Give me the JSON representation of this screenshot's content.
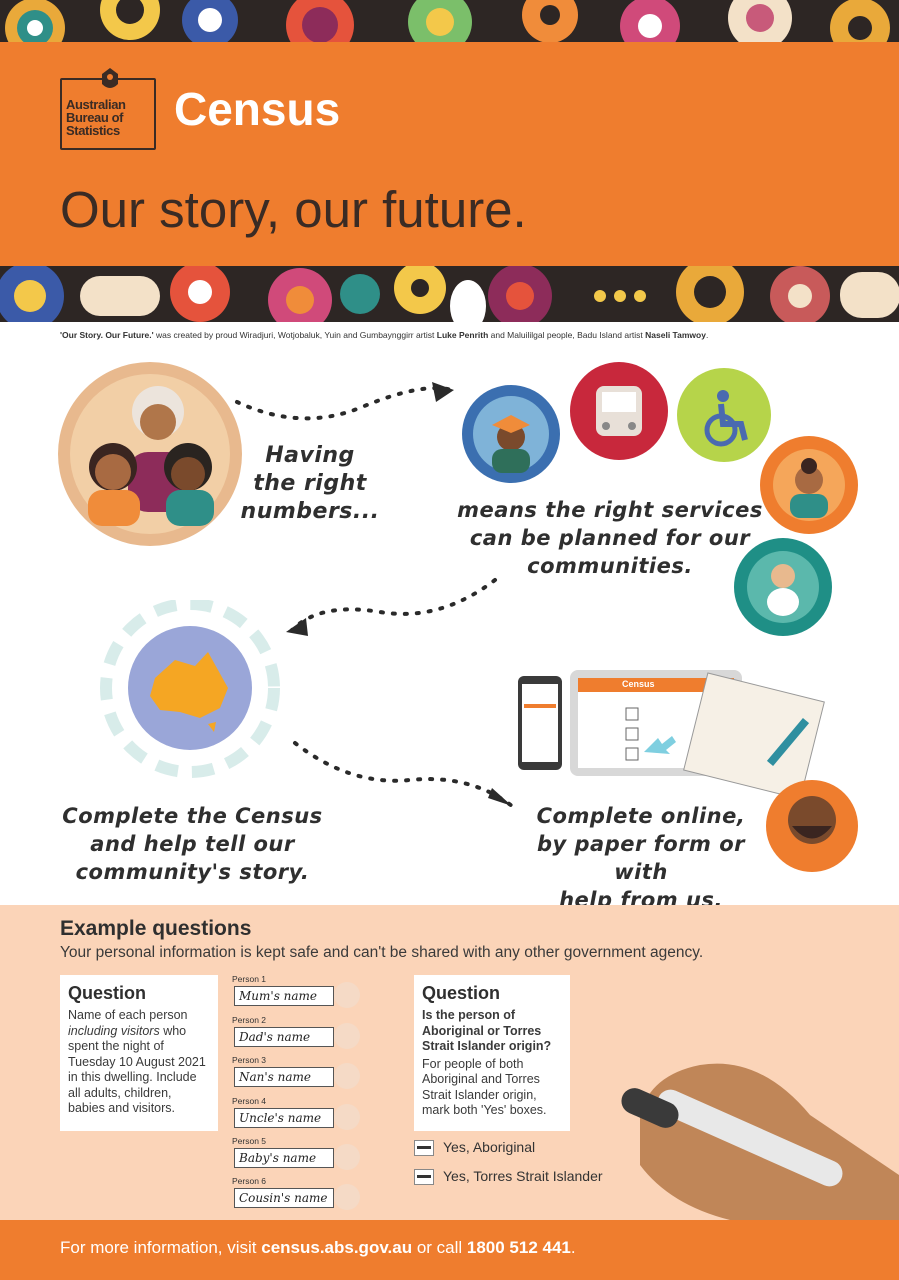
{
  "header": {
    "logo_text": "Australian Bureau of Statistics",
    "logo_line1": "Australian",
    "logo_line2": "Bureau of",
    "logo_line3": "Statistics",
    "census_word": "Census",
    "tagline": "Our story, our future."
  },
  "credit": {
    "title": "'Our Story. Our Future.'",
    "text1": " was created by proud Wiradjuri, Wotjobaluk, Yuin and Gumbaynggirr artist ",
    "artist1": "Luke Penrith",
    "text2": " and Maluililgal people, Badu Island artist ",
    "artist2": "Naseli Tamwoy",
    "end": "."
  },
  "steps": {
    "step1_line1": "Having",
    "step1_line2": "the right",
    "step1_line3": "numbers...",
    "step2_line1": "means the right services",
    "step2_line2": "can be planned for our",
    "step2_line3": "communities.",
    "step3_line1": "Complete the Census",
    "step3_line2": "and help tell our",
    "step3_line3": "community's story.",
    "step4_line1": "Complete online,",
    "step4_line2": "by paper form or with",
    "step4_line3": "help from us."
  },
  "device_label": "Census",
  "examples": {
    "title": "Example questions",
    "subtitle": "Your personal information is kept safe and can't be shared with any other government agency.",
    "q1": {
      "heading": "Question",
      "text_a": "Name of each person",
      "text_b": "including visitors",
      "text_c": " who spent the night of Tuesday 10 August 2021 in this dwelling. Include all adults, children, babies and visitors."
    },
    "persons": [
      {
        "label": "Person 1",
        "name": "Mum's name"
      },
      {
        "label": "Person 2",
        "name": "Dad's name"
      },
      {
        "label": "Person 3",
        "name": "Nan's name"
      },
      {
        "label": "Person 4",
        "name": "Uncle's name"
      },
      {
        "label": "Person 5",
        "name": "Baby's name"
      },
      {
        "label": "Person 6",
        "name": "Cousin's name"
      }
    ],
    "q2": {
      "heading": "Question",
      "bold_text": "Is the person of Aboriginal or Torres Strait Islander origin?",
      "text": "For people of both Aboriginal and Torres Strait Islander origin, mark both 'Yes' boxes."
    },
    "options": [
      "Yes, Aboriginal",
      "Yes, Torres Strait Islander"
    ]
  },
  "footer": {
    "prefix": "For more information, visit ",
    "url": "census.abs.gov.au",
    "middle": " or call ",
    "phone": "1800 512 441",
    "end": "."
  },
  "colors": {
    "orange": "#ef7d2e",
    "peach": "#fbd4b8",
    "dark": "#3a2b24"
  }
}
